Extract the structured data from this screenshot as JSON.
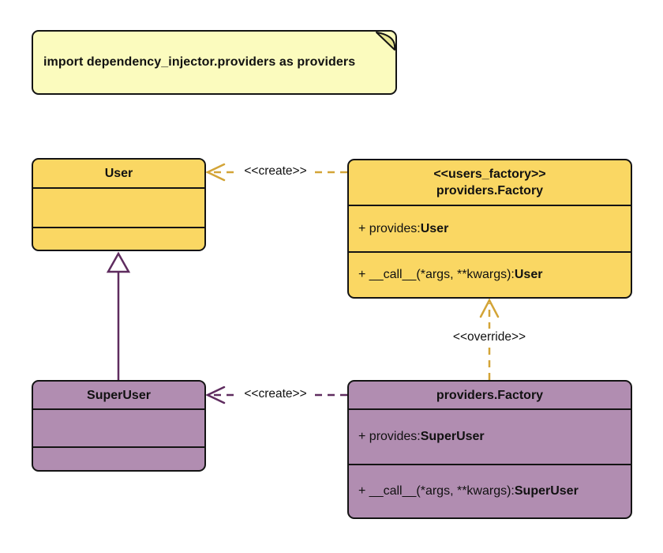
{
  "note": {
    "text": "import dependency_injector.providers as providers"
  },
  "classes": {
    "user": {
      "title": "User"
    },
    "users_factory": {
      "stereotype": "<<users_factory>>",
      "name": "providers.Factory",
      "provides_prefix": "+ provides: ",
      "provides_type": "User",
      "call_prefix": "+ __call__(*args, **kwargs): ",
      "call_type": "User"
    },
    "super_user": {
      "title": "SuperUser"
    },
    "super_users_factory": {
      "name": "providers.Factory",
      "provides_prefix": "+ provides: ",
      "provides_type": "SuperUser",
      "call_prefix": "+ __call__(*args, **kwargs): ",
      "call_type": "SuperUser"
    }
  },
  "edges": {
    "create_user_label": "<<create>>",
    "create_super_user_label": "<<create>>",
    "override_label": "<<override>>"
  },
  "colors": {
    "class_yellow": "#FAD763",
    "class_purple": "#B18DB1",
    "note_fill": "#FBFBBE",
    "note_fold": "#E8E692",
    "edge_gold": "#D3A437",
    "edge_purple": "#5F2C5F",
    "border_black": "#141414",
    "label_text": "#111111"
  }
}
